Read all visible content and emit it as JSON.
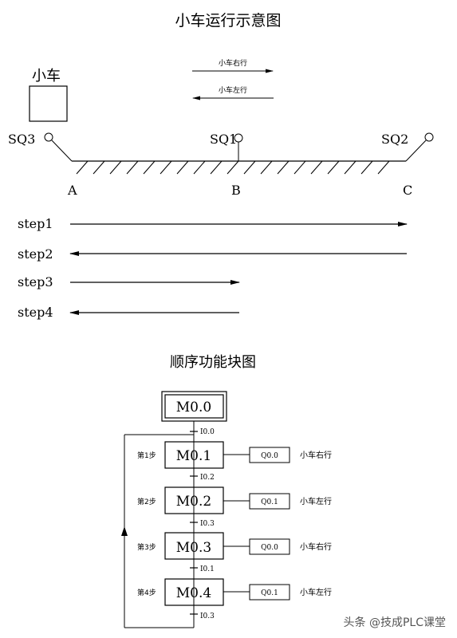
{
  "titles": {
    "top": "小车运行示意图",
    "sfc": "顺序功能块图"
  },
  "cart_label": "小车",
  "direction_labels": {
    "right": "小车右行",
    "left": "小车左行"
  },
  "switches": {
    "sq3": "SQ3",
    "sq1": "SQ1",
    "sq2": "SQ2"
  },
  "points": {
    "a": "A",
    "b": "B",
    "c": "C"
  },
  "steps": [
    {
      "label": "step1",
      "from": "A",
      "to": "C",
      "direction": "right"
    },
    {
      "label": "step2",
      "from": "C",
      "to": "A",
      "direction": "left"
    },
    {
      "label": "step3",
      "from": "A",
      "to": "B",
      "direction": "right"
    },
    {
      "label": "step4",
      "from": "B",
      "to": "A",
      "direction": "left"
    }
  ],
  "sfc": {
    "initial": "M0.0",
    "initial_transition": "I0.0",
    "steps": [
      {
        "side": "第1步",
        "bit": "M0.1",
        "output": "Q0.0",
        "action": "小车右行",
        "transition": "I0.2"
      },
      {
        "side": "第2步",
        "bit": "M0.2",
        "output": "Q0.1",
        "action": "小车左行",
        "transition": "I0.3"
      },
      {
        "side": "第3步",
        "bit": "M0.3",
        "output": "Q0.0",
        "action": "小车右行",
        "transition": "I0.1"
      },
      {
        "side": "第4步",
        "bit": "M0.4",
        "output": "Q0.1",
        "action": "小车左行",
        "transition": "I0.3"
      }
    ]
  },
  "watermark": "头条 @技成PLC课堂"
}
